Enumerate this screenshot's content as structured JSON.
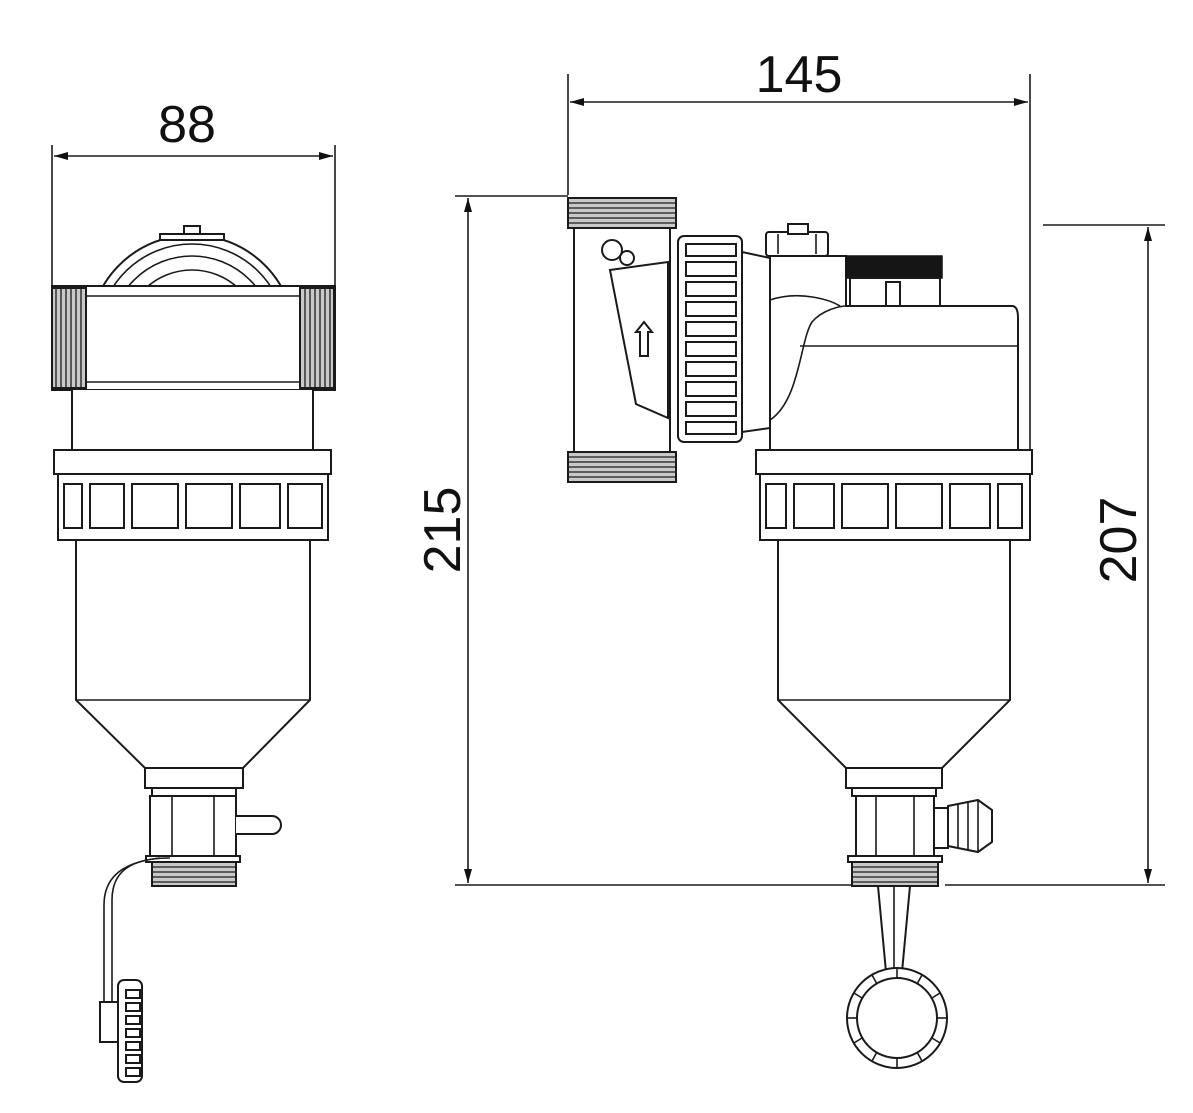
{
  "dimensions": {
    "width_front": "88",
    "width_side": "145",
    "height_overall": "215",
    "height_body": "207"
  }
}
